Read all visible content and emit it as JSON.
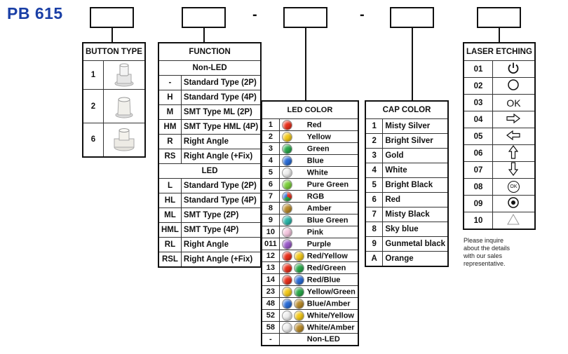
{
  "title": "PB 615",
  "separators": [
    "-",
    "-"
  ],
  "button_type": {
    "header": "BUTTON TYPE",
    "rows": [
      {
        "code": "1",
        "icon": "button-type-1-icon"
      },
      {
        "code": "2",
        "icon": "button-type-2-icon"
      },
      {
        "code": "6",
        "icon": "button-type-6-icon"
      }
    ]
  },
  "function": {
    "header": "FUNCTION",
    "section1": "Non-LED",
    "rows1": [
      {
        "code": "-",
        "label": "Standard Type (2P)"
      },
      {
        "code": "H",
        "label": "Standard Type (4P)"
      },
      {
        "code": "M",
        "label": "SMT Type  ML (2P)"
      },
      {
        "code": "HM",
        "label": "SMT Type  HML (4P)"
      },
      {
        "code": "R",
        "label": "Right Angle"
      },
      {
        "code": "RS",
        "label": "Right Angle (+Fix)"
      }
    ],
    "section2": "LED",
    "rows2": [
      {
        "code": "L",
        "label": "Standard Type (2P)"
      },
      {
        "code": "HL",
        "label": "Standard Type (4P)"
      },
      {
        "code": "ML",
        "label": "SMT Type (2P)"
      },
      {
        "code": "HML",
        "label": "SMT Type (4P)"
      },
      {
        "code": "RL",
        "label": "Right Angle"
      },
      {
        "code": "RSL",
        "label": "Right Angle (+Fix)"
      }
    ]
  },
  "led_color": {
    "header": "LED COLOR",
    "rows": [
      {
        "code": "1",
        "label": "Red",
        "colors": [
          "#e8301c"
        ]
      },
      {
        "code": "2",
        "label": "Yellow",
        "colors": [
          "#f2c81a"
        ]
      },
      {
        "code": "3",
        "label": "Green",
        "colors": [
          "#2aa84a"
        ]
      },
      {
        "code": "4",
        "label": "Blue",
        "colors": [
          "#2a6cd6"
        ]
      },
      {
        "code": "5",
        "label": "White",
        "colors": [
          "#eeeeee"
        ]
      },
      {
        "code": "6",
        "label": "Pure Green",
        "colors": [
          "#7ccf3c"
        ]
      },
      {
        "code": "7",
        "label": "RGB",
        "colors": [
          "rgb"
        ]
      },
      {
        "code": "8",
        "label": "Amber",
        "colors": [
          "#b88a2a"
        ]
      },
      {
        "code": "9",
        "label": "Blue Green",
        "colors": [
          "#2bb5a8"
        ]
      },
      {
        "code": "10",
        "label": "Pink",
        "colors": [
          "#f3c4dd"
        ]
      },
      {
        "code": "011",
        "label": "Purple",
        "colors": [
          "#9a5ac8"
        ]
      },
      {
        "code": "12",
        "label": "Red/Yellow",
        "colors": [
          "#e8301c",
          "#f2c81a"
        ]
      },
      {
        "code": "13",
        "label": "Red/Green",
        "colors": [
          "#e8301c",
          "#2aa84a"
        ]
      },
      {
        "code": "14",
        "label": "Red/Blue",
        "colors": [
          "#e8301c",
          "#2a6cd6"
        ]
      },
      {
        "code": "23",
        "label": "Yellow/Green",
        "colors": [
          "#f2c81a",
          "#2aa84a"
        ]
      },
      {
        "code": "48",
        "label": "Blue/Amber",
        "colors": [
          "#2a6cd6",
          "#b88a2a"
        ]
      },
      {
        "code": "52",
        "label": "White/Yellow",
        "colors": [
          "#eeeeee",
          "#f2c81a"
        ]
      },
      {
        "code": "58",
        "label": "White/Amber",
        "colors": [
          "#eeeeee",
          "#b88a2a"
        ]
      },
      {
        "code": "-",
        "label": "Non-LED",
        "colors": []
      }
    ]
  },
  "cap_color": {
    "header": "CAP COLOR",
    "rows": [
      {
        "code": "1",
        "label": "Misty Silver"
      },
      {
        "code": "2",
        "label": "Bright Silver"
      },
      {
        "code": "3",
        "label": "Gold"
      },
      {
        "code": "4",
        "label": "White"
      },
      {
        "code": "5",
        "label": "Bright Black"
      },
      {
        "code": "6",
        "label": "Red"
      },
      {
        "code": "7",
        "label": "Misty Black"
      },
      {
        "code": "8",
        "label": "Sky blue"
      },
      {
        "code": "9",
        "label": "Gunmetal black"
      },
      {
        "code": "A",
        "label": "Orange"
      }
    ]
  },
  "laser_etching": {
    "header": "LASER ETCHING",
    "rows": [
      {
        "code": "01",
        "symbol": "power-icon"
      },
      {
        "code": "02",
        "symbol": "circle-icon"
      },
      {
        "code": "03",
        "symbol": "ok-text-icon",
        "text": "OK"
      },
      {
        "code": "04",
        "symbol": "arrow-right-icon"
      },
      {
        "code": "05",
        "symbol": "arrow-left-icon"
      },
      {
        "code": "06",
        "symbol": "arrow-up-icon"
      },
      {
        "code": "07",
        "symbol": "arrow-down-icon"
      },
      {
        "code": "08",
        "symbol": "ok-circle-icon",
        "text": "OK"
      },
      {
        "code": "09",
        "symbol": "dot-circle-icon"
      },
      {
        "code": "10",
        "symbol": "triangle-icon"
      }
    ]
  },
  "note": [
    "Please inquire",
    "about the details",
    "with our sales",
    "representative."
  ]
}
